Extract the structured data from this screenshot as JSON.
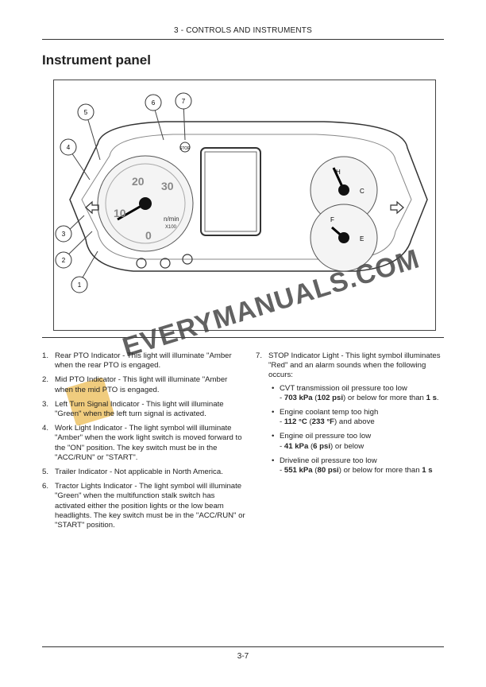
{
  "header": "3 - CONTROLS AND INSTRUMENTS",
  "title": "Instrument panel",
  "figure": {
    "callouts": [
      "1",
      "2",
      "3",
      "4",
      "5",
      "6",
      "7"
    ],
    "gauge_labels": {
      "rpm": [
        "10",
        "20",
        "30",
        "0"
      ],
      "rpm_unit": "n/min",
      "rpm_mult": "X100",
      "temp": [
        "H",
        "C"
      ],
      "fuel": [
        "F",
        "E"
      ],
      "stop": "STOP"
    }
  },
  "watermark": "EVERYMANUALS.COM",
  "left_items": [
    {
      "n": "1.",
      "text": "Rear PTO Indicator - This light will illuminate \"Amber when the rear PTO is engaged."
    },
    {
      "n": "2.",
      "text": "Mid PTO Indicator - This light will illuminate \"Amber when the mid PTO is engaged."
    },
    {
      "n": "3.",
      "text": "Left Turn Signal Indicator - This light will illuminate \"Green\" when the left turn signal is activated."
    },
    {
      "n": "4.",
      "text": "Work Light Indicator - The light symbol will illuminate \"Amber\" when the work light switch is moved forward to the \"ON\" position.  The key switch must be in the \"ACC/RUN\" or \"START\"."
    },
    {
      "n": "5.",
      "text": "Trailer Indicator - Not applicable in North America."
    },
    {
      "n": "6.",
      "text": "Tractor Lights Indicator - The light symbol will illuminate \"Green\" when the multifunction stalk switch has activated either the position lights or the low beam headlights. The key switch must be in the \"ACC/RUN\" or \"START\" position."
    }
  ],
  "right": {
    "n": "7.",
    "text": "STOP Indicator Light - This light symbol illuminates \"Red\" and an alarm sounds when the following occurs:",
    "bullets": [
      {
        "line1": "CVT transmission oil pressure too low",
        "pre": "- ",
        "b1": "703 kPa",
        "m1": " (",
        "b2": "102 psi",
        "m2": ") or below for more than ",
        "b3": "1 s",
        "end": "."
      },
      {
        "line1": "Engine coolant temp too high",
        "pre": "- ",
        "b1": "112 °C",
        "m1": " (",
        "b2": "233 °F",
        "m2": ") and above",
        "b3": "",
        "end": ""
      },
      {
        "line1": "Engine oil pressure too low",
        "pre": "- ",
        "b1": "41 kPa",
        "m1": " (",
        "b2": "6 psi",
        "m2": ") or below",
        "b3": "",
        "end": ""
      },
      {
        "line1": "Driveline oil pressure too low",
        "pre": "- ",
        "b1": "551 kPa",
        "m1": " (",
        "b2": "80 psi",
        "m2": ") or below for more than ",
        "b3": "1 s",
        "end": ""
      }
    ]
  },
  "footer": "3-7"
}
